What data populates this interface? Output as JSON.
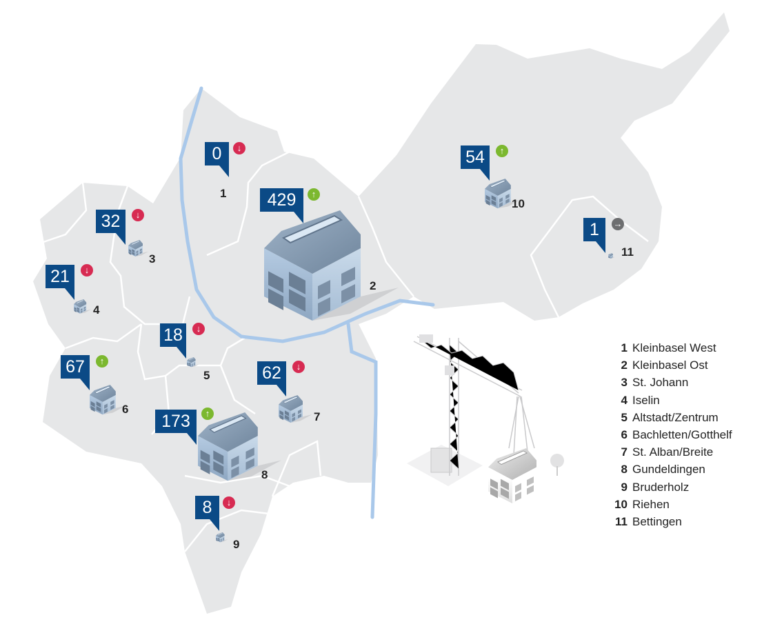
{
  "colors": {
    "callout": "#0b4a86",
    "down": "#d72b52",
    "up": "#7cb82f",
    "neutral": "#6d6e70",
    "land": "#e6e7e8",
    "river": "#a9c8ea"
  },
  "districts": [
    {
      "num": "1",
      "name": "Kleinbasel West",
      "value": "0",
      "trend": "down",
      "trend_icon": "arrow-down-icon"
    },
    {
      "num": "2",
      "name": "Kleinbasel Ost",
      "value": "429",
      "trend": "up",
      "trend_icon": "arrow-up-icon"
    },
    {
      "num": "3",
      "name": "St. Johann",
      "value": "32",
      "trend": "down",
      "trend_icon": "arrow-down-icon"
    },
    {
      "num": "4",
      "name": "Iselin",
      "value": "21",
      "trend": "down",
      "trend_icon": "arrow-down-icon"
    },
    {
      "num": "5",
      "name": "Altstadt/Zentrum",
      "value": "18",
      "trend": "down",
      "trend_icon": "arrow-down-icon"
    },
    {
      "num": "6",
      "name": "Bachletten/Gotthelf",
      "value": "67",
      "trend": "up",
      "trend_icon": "arrow-up-icon"
    },
    {
      "num": "7",
      "name": "St. Alban/Breite",
      "value": "62",
      "trend": "down",
      "trend_icon": "arrow-down-icon"
    },
    {
      "num": "8",
      "name": "Gundeldingen",
      "value": "173",
      "trend": "up",
      "trend_icon": "arrow-up-icon"
    },
    {
      "num": "9",
      "name": "Bruderholz",
      "value": "8",
      "trend": "down",
      "trend_icon": "arrow-down-icon"
    },
    {
      "num": "10",
      "name": "Riehen",
      "value": "54",
      "trend": "up",
      "trend_icon": "arrow-up-icon"
    },
    {
      "num": "11",
      "name": "Bettingen",
      "value": "1",
      "trend": "neutral",
      "trend_icon": "arrow-right-icon"
    }
  ]
}
